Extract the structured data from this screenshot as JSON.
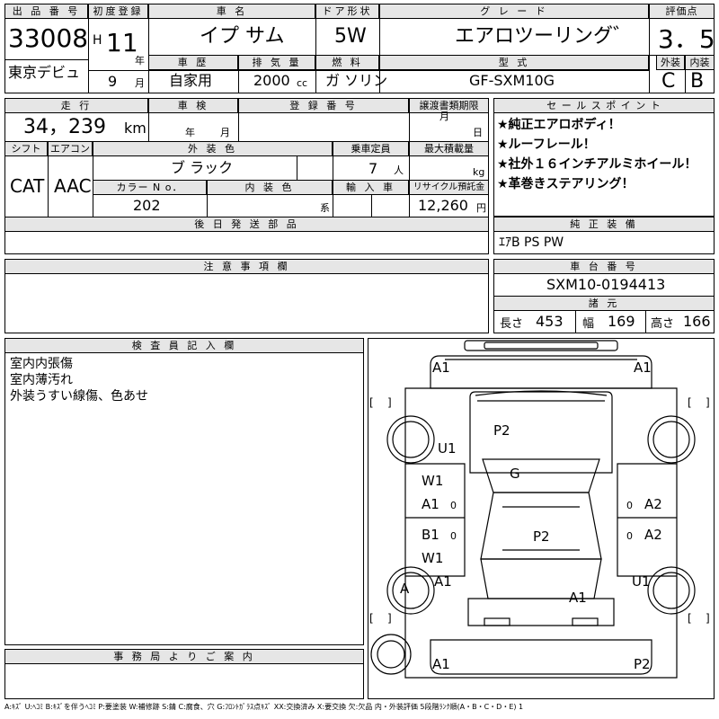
{
  "header": {
    "lot_label": "出 品 番 号",
    "lot_number": "33008",
    "venue": "東京デビュ",
    "first_reg_label": "初度登録",
    "era": "H",
    "reg_year": "11",
    "year_unit": "年",
    "reg_month": "9",
    "month_unit": "月",
    "car_name_label": "車 名",
    "car_name": "イプ サム",
    "door_label": "ドア形状",
    "door": "5W",
    "grade_label": "グ レ ー ド",
    "grade": "エアロツーリング゛",
    "score_label": "評価点",
    "score": "3．5",
    "history_label": "車 歴",
    "history": "自家用",
    "displacement_label": "排 気 量",
    "displacement": "2000",
    "cc_unit": "cc",
    "fuel_label": "燃 料",
    "fuel": "ガ ソリン",
    "model_label": "型 式",
    "model": "GF-SXM10G",
    "exterior_label": "外装",
    "interior_label": "内装",
    "exterior_grade": "C",
    "interior_grade": "B"
  },
  "specs": {
    "mileage_label": "走 行",
    "mileage": "34，239",
    "km_unit": "km",
    "inspection_label": "車 検",
    "inspection_year_unit": "年",
    "inspection_month_unit": "月",
    "plate_label": "登 録 番 号",
    "transfer_label": "譲渡書類期限",
    "transfer_month_unit": "月",
    "transfer_day_unit": "日",
    "shift_label": "シフト",
    "shift": "CAT",
    "ac_label": "エアコン",
    "ac": "AAC",
    "color_label": "外 装 色",
    "color": "ブ ラック",
    "capacity_label": "乗車定員",
    "capacity": "7",
    "capacity_unit": "人",
    "load_label": "最大積載量",
    "load_unit": "kg",
    "color_no_label": "カラー N o．",
    "color_no": "202",
    "interior_color_label": "内 装 色",
    "interior_color_unit": "系",
    "import_label": "輸 入 車",
    "recycle_label": "リサイクル預託金",
    "recycle": "12,260",
    "yen_unit": "円",
    "later_parts_label": "後 日 発 送 部 品"
  },
  "sales_points": {
    "label": "セ ー ル ス ポ イ ン ト",
    "items": [
      "★純正エアロボディ！",
      "★ルーフレール！",
      "★社外１６インチアルミホイール！",
      "★革巻きステアリング！"
    ]
  },
  "equipment": {
    "label": "純 正 装 備",
    "value": "ｴｱB PS PW"
  },
  "chassis": {
    "label": "車 台 番 号",
    "value": "SXM10-0194413",
    "dims_label": "諸 元",
    "length_label": "長さ",
    "length": "453",
    "width_label": "幅",
    "width": "169",
    "height_label": "高さ",
    "height": "166"
  },
  "notes": {
    "caution_label": "注 意 事 項 欄",
    "inspector_label": "検 査 員 記 入 欄",
    "inspector_lines": [
      "室内内張傷",
      "室内薄汚れ",
      "外装うすい線傷、色あせ"
    ],
    "office_label": "事 務 局 よ り ご 案 内"
  },
  "diagram": {
    "marks": [
      {
        "code": "A1",
        "where": "front-left-corner"
      },
      {
        "code": "A1",
        "where": "front-right-corner"
      },
      {
        "code": "P2",
        "where": "hood"
      },
      {
        "code": "U1",
        "where": "left-front-fender"
      },
      {
        "code": "G",
        "where": "windshield"
      },
      {
        "code": "W1",
        "where": "left-front-door"
      },
      {
        "code": "A1",
        "where": "left-front-door"
      },
      {
        "code": "A2",
        "where": "right-front-door"
      },
      {
        "code": "B1",
        "where": "left-rear-door"
      },
      {
        "code": "W1",
        "where": "left-rear-door"
      },
      {
        "code": "P2",
        "where": "roof"
      },
      {
        "code": "A2",
        "where": "right-rear-door"
      },
      {
        "code": "A",
        "where": "left-rear-wheel"
      },
      {
        "code": "A1",
        "where": "left-rear-quarter"
      },
      {
        "code": "A1",
        "where": "rear-panel"
      },
      {
        "code": "U1",
        "where": "right-rear-quarter"
      },
      {
        "code": "A1",
        "where": "rear-left-corner"
      },
      {
        "code": "P2",
        "where": "rear-right-corner"
      }
    ],
    "door_zero_marks": [
      "0",
      "0",
      "0",
      "0"
    ]
  },
  "legend": "A:ｷｽﾞ U:ﾍｺﾐ B:ｷｽﾞを伴うﾍｺﾐ P:要塗装 W:補修跡 S:錆 C:腐食、穴 G:ﾌﾛﾝﾄｶﾞﾗｽ点ｷｽﾞ XX:交換済み X:要交換 欠:欠品 内・外装評価 5段階ﾗﾝｸ順(A・B・C・D・E) 1"
}
